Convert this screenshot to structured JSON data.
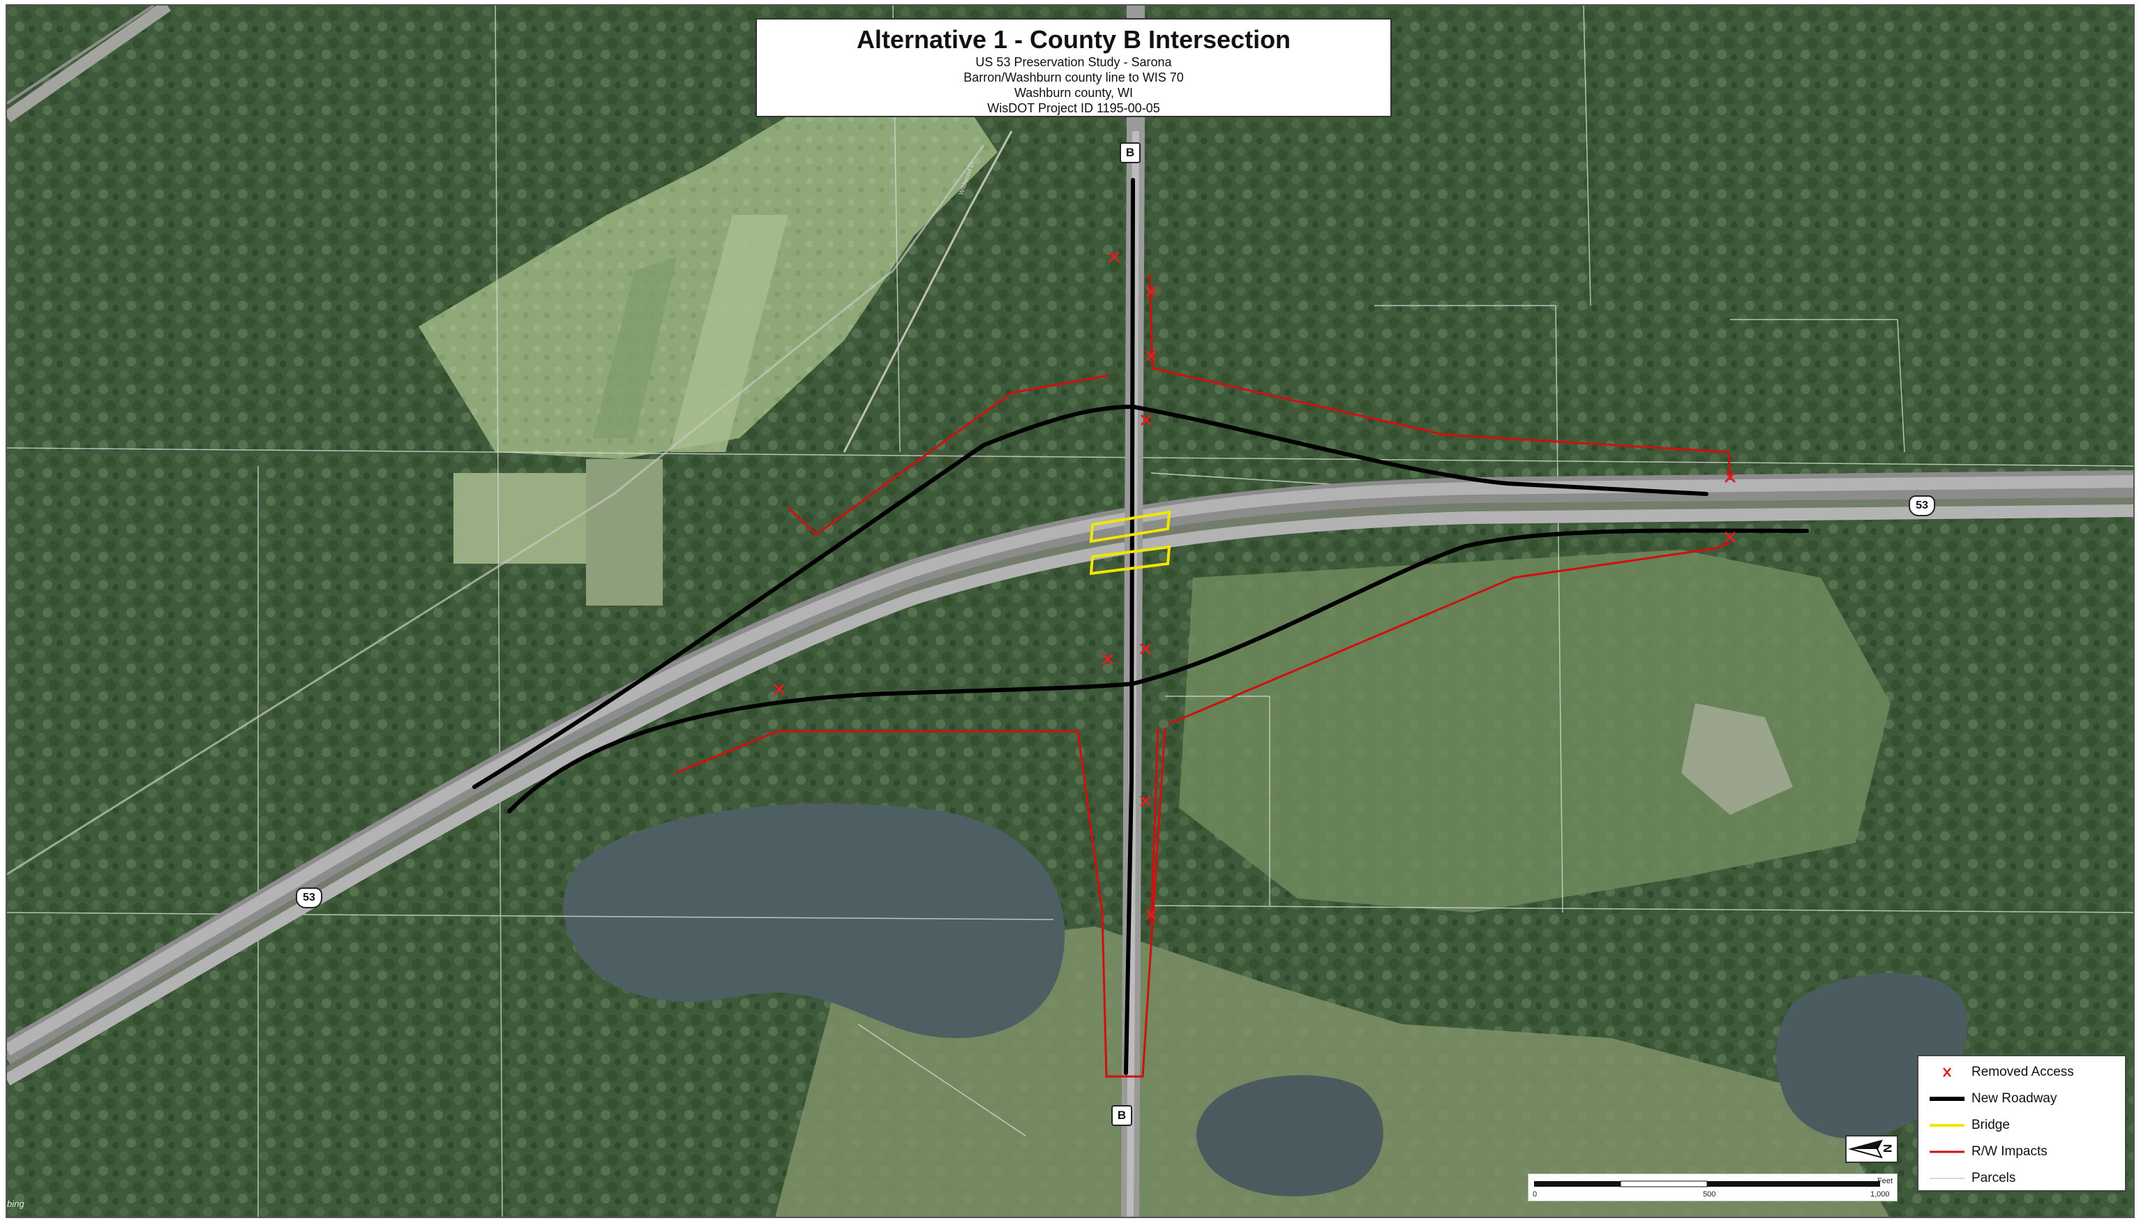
{
  "title": {
    "main": "Alternative 1 - County B Intersection",
    "lines": [
      "US 53 Preservation Study - Sarona",
      "Barron/Washburn county line to WIS 70",
      "Washburn county, WI",
      "WisDOT Project ID 1195-00-05"
    ]
  },
  "road_labels": {
    "county_b": "B",
    "us_53": "53",
    "local_road": "Wildwood Dr"
  },
  "legend": {
    "items": [
      {
        "label": "Removed Access",
        "symbol": "x-mark",
        "color": "#e02020"
      },
      {
        "label": "New Roadway",
        "symbol": "line",
        "color": "#000000"
      },
      {
        "label": "Bridge",
        "symbol": "line",
        "color": "#f2e600"
      },
      {
        "label": "R/W Impacts",
        "symbol": "line",
        "color": "#d01010"
      },
      {
        "label": "Parcels",
        "symbol": "line",
        "color": "#d9d9d9"
      }
    ]
  },
  "scale": {
    "unit": "Feet",
    "ticks": [
      "0",
      "500",
      "1,000"
    ]
  },
  "north_arrow": {
    "label": "N",
    "icon": "north-arrow-icon"
  },
  "attribution": "bing",
  "colors": {
    "forest": "#3f5a3a",
    "field": "#8fa878",
    "water": "#4d5f63",
    "highway": "#9a9a9a",
    "new_roadway": "#000000",
    "rw_impacts": "#d01010",
    "removed_access": "#e02020",
    "bridge": "#f2e600"
  }
}
